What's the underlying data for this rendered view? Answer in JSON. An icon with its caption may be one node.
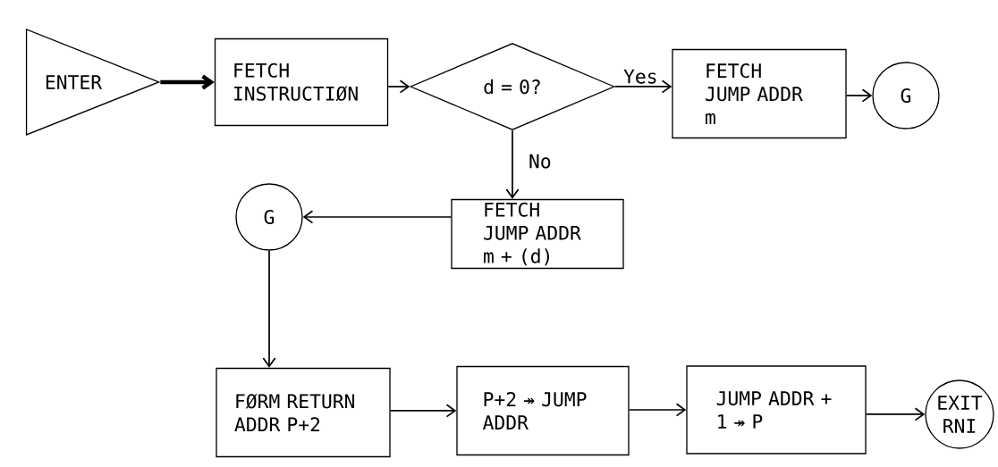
{
  "diagram": {
    "nodes": [
      {
        "text": [
          "ENTER"
        ]
      },
      {
        "text": [
          "FETCH INSTRUCTIØN"
        ]
      },
      {
        "text": [
          "d = 0?"
        ]
      },
      {
        "text": [
          "FETCH JUMP ADDR m"
        ]
      },
      {
        "text": [
          "G"
        ]
      },
      {
        "text": [
          "FETCH JUMP ADDR m + (d)"
        ]
      },
      {
        "text": [
          "G"
        ]
      },
      {
        "text": [
          "FØRM RETURN ADDR P+2"
        ]
      },
      {
        "text": [
          "P+2 ↠ JUMP ADDR"
        ]
      },
      {
        "text": [
          "JUMP ADDR + 1 ↠ P"
        ]
      },
      {
        "text": [
          "EXIT RNI"
        ]
      }
    ],
    "edges": [
      {
        "from": 0,
        "to": 1,
        "arrow": "to",
        "style": "thick"
      },
      {
        "from": 1,
        "to": 2,
        "arrow": "to"
      },
      {
        "from": 2,
        "to": 3,
        "arrow": "to",
        "label": "Yes"
      },
      {
        "from": 3,
        "to": 4,
        "arrow": "to"
      },
      {
        "from": 2,
        "to": 5,
        "arrow": "to",
        "label": "No"
      },
      {
        "from": 5,
        "to": 6,
        "arrow": "to"
      },
      {
        "from": 6,
        "to": 7,
        "arrow": "to"
      },
      {
        "from": 7,
        "to": 8,
        "arrow": "to"
      },
      {
        "from": 8,
        "to": 9,
        "arrow": "to"
      },
      {
        "from": 9,
        "to": 10,
        "arrow": "to"
      }
    ]
  }
}
